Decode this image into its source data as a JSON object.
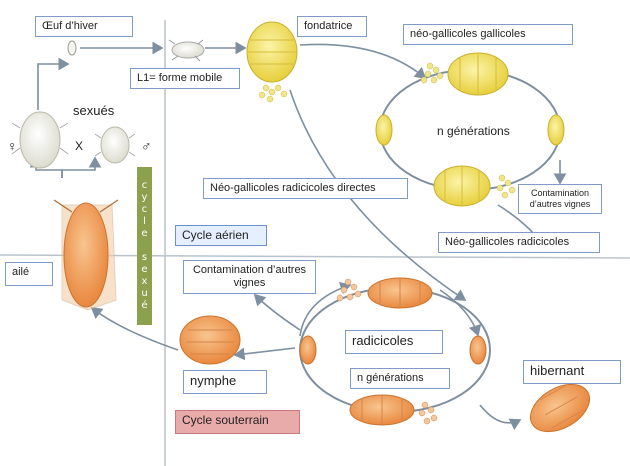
{
  "labels": {
    "oeuf": "Œuf d’hiver",
    "l1": "L1= forme mobile",
    "fondatrice": "fondatrice",
    "neo_gallicoles": "néo-gallicoles gallicoles",
    "n_generations_top": "n générations",
    "sexues": "sexués",
    "cross": "X",
    "female_symbol": "♀",
    "male_symbol": "♂",
    "cycle_sexue": "cycle sexué",
    "neo_radicicoles_directes": "Néo-gallicoles radicicoles directes",
    "contamination_top": "Contamination d’autres vignes",
    "neo_radicicoles": "Néo-gallicoles radicicoles",
    "cycle_aerien": "Cycle aérien",
    "aile": "ailé",
    "contamination_bottom": "Contamination d’autres vignes",
    "radicicoles": "radicicoles",
    "n_generations_bottom": "n générations",
    "hibernant": "hibernant",
    "nymphe": "nymphe",
    "cycle_souterrain": "Cycle souterrain"
  },
  "colors": {
    "yellow_insect": "#f2e36a",
    "orange_insect": "#f2a35c",
    "white_insect": "#efefe6",
    "aerial_box": "#e6efff",
    "underground_box": "#e9aaaa",
    "sexual_bar": "#8ca04d",
    "arrow": "#7d8fa0"
  },
  "icons": [
    "egg-icon",
    "larva-icon",
    "fondatrice-insect-icon",
    "gallicole-insect-icon",
    "egg-cluster-icon",
    "radicicole-insect-icon",
    "nymph-icon",
    "winged-insect-icon",
    "sexual-insect-icon",
    "hibernant-insect-icon"
  ]
}
